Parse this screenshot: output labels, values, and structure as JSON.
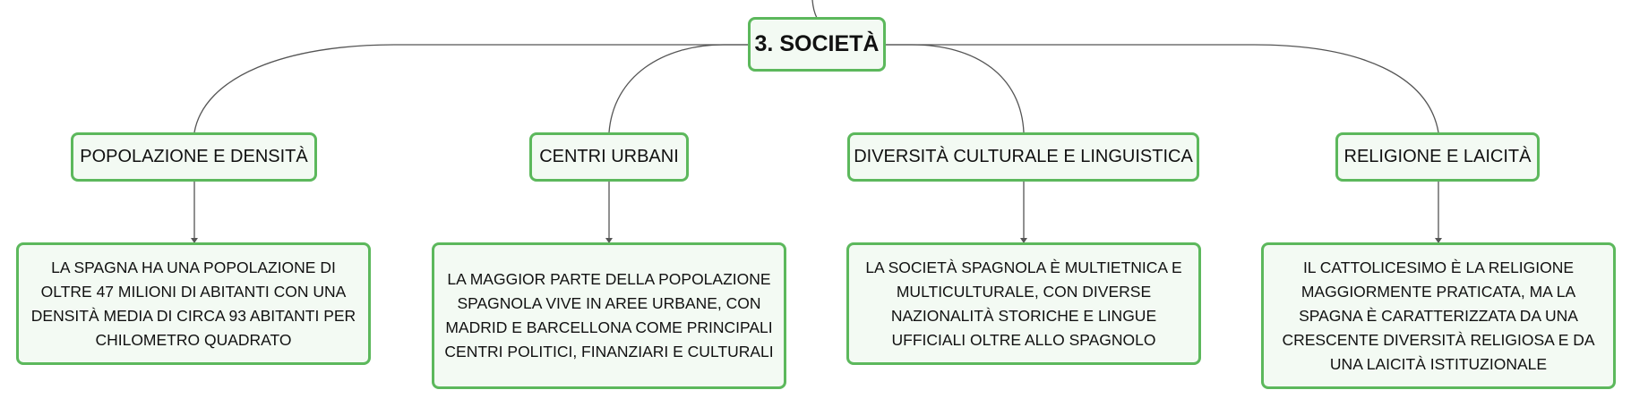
{
  "map": {
    "root": {
      "label": "3. SOCIETÀ"
    },
    "branches": [
      {
        "label": "POPOLAZIONE E DENSITÀ",
        "detail": "LA SPAGNA HA UNA POPOLAZIONE DI OLTRE 47 MILIONI DI ABITANTI CON UNA DENSITÀ MEDIA DI CIRCA 93 ABITANTI PER CHILOMETRO QUADRATO"
      },
      {
        "label": "CENTRI URBANI",
        "detail": "LA MAGGIOR PARTE DELLA POPOLAZIONE SPAGNOLA VIVE IN AREE URBANE, CON MADRID E BARCELLONA COME PRINCIPALI CENTRI POLITICI, FINANZIARI E CULTURALI"
      },
      {
        "label": "DIVERSITÀ CULTURALE E LINGUISTICA",
        "detail": "LA SOCIETÀ SPAGNOLA È MULTIETNICA E MULTICULTURALE, CON DIVERSE NAZIONALITÀ STORICHE E LINGUE UFFICIALI OLTRE ALLO SPAGNOLO"
      },
      {
        "label": "RELIGIONE E LAICITÀ",
        "detail": "IL CATTOLICESIMO È LA RELIGIONE MAGGIORMENTE PRATICATA, MA LA SPAGNA È CARATTERIZZATA DA UNA CRESCENTE DIVERSITÀ RELIGIOSA E DA UNA LAICITÀ ISTITUZIONALE"
      }
    ]
  },
  "colors": {
    "node_border": "#5cb85c",
    "node_fill": "#f3faf3",
    "connector": "#555555",
    "text": "#111111"
  }
}
